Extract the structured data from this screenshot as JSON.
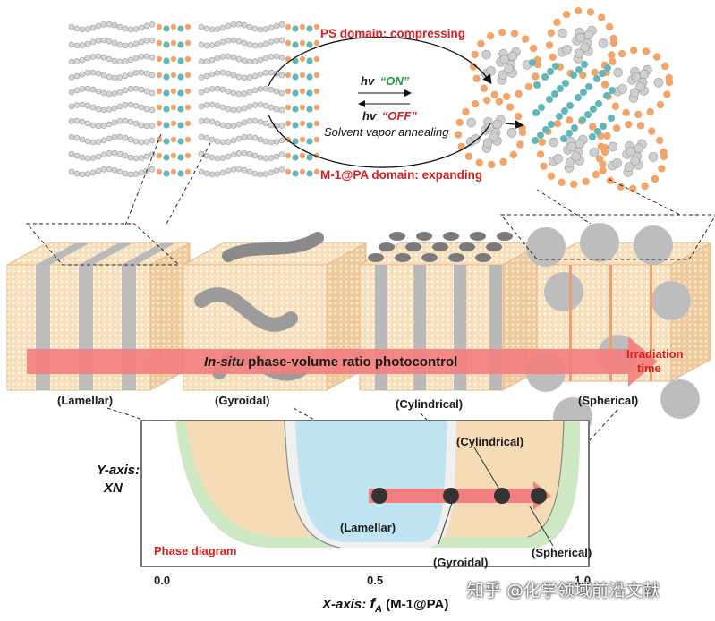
{
  "top": {
    "ps_domain": "PS domain: compressing",
    "m1_domain": "M-1@PA domain: expanding",
    "hv1": "hv",
    "on": "“ON”",
    "hv2": "hv",
    "off": "“OFF”",
    "solvent": "Solvent vapor annealing"
  },
  "arrow": {
    "prefix": "In-situ",
    "label": " phase-volume ratio photocontrol",
    "irr_line1": "Irradiation",
    "irr_line2": "time"
  },
  "morphologies": [
    "(Lamellar)",
    "(Gyroidal)",
    "(Cylindrical)",
    "(Spherical)"
  ],
  "diagram": {
    "yaxis_line1": "Y-axis:",
    "yaxis_line2": "XN",
    "phase_diagram": "Phase diagram",
    "cylindrical": "(Cylindrical)",
    "lamellar": "(Lamellar)",
    "gyroidal": "(Gyroidal)",
    "spherical": "(Spherical)",
    "tick_0": "0.0",
    "tick_05": "0.5",
    "tick_10": "1.0",
    "xaxis_prefix": "X-axis: ",
    "xaxis_f": "f",
    "xaxis_sub": "A",
    "xaxis_suffix": " (M-1@PA)"
  },
  "watermark": "知乎 @化学领域前沿文献",
  "colors": {
    "orange": "#f2a56b",
    "gray": "#b9b9b9",
    "teal": "#5fb7b7",
    "arrow": "#f17b7b",
    "beige": "#f6dcb6",
    "green": "#cfe8c4",
    "blue": "#bfe3f1",
    "red_text": "#d62020",
    "green_text": "#2a9d3a"
  }
}
